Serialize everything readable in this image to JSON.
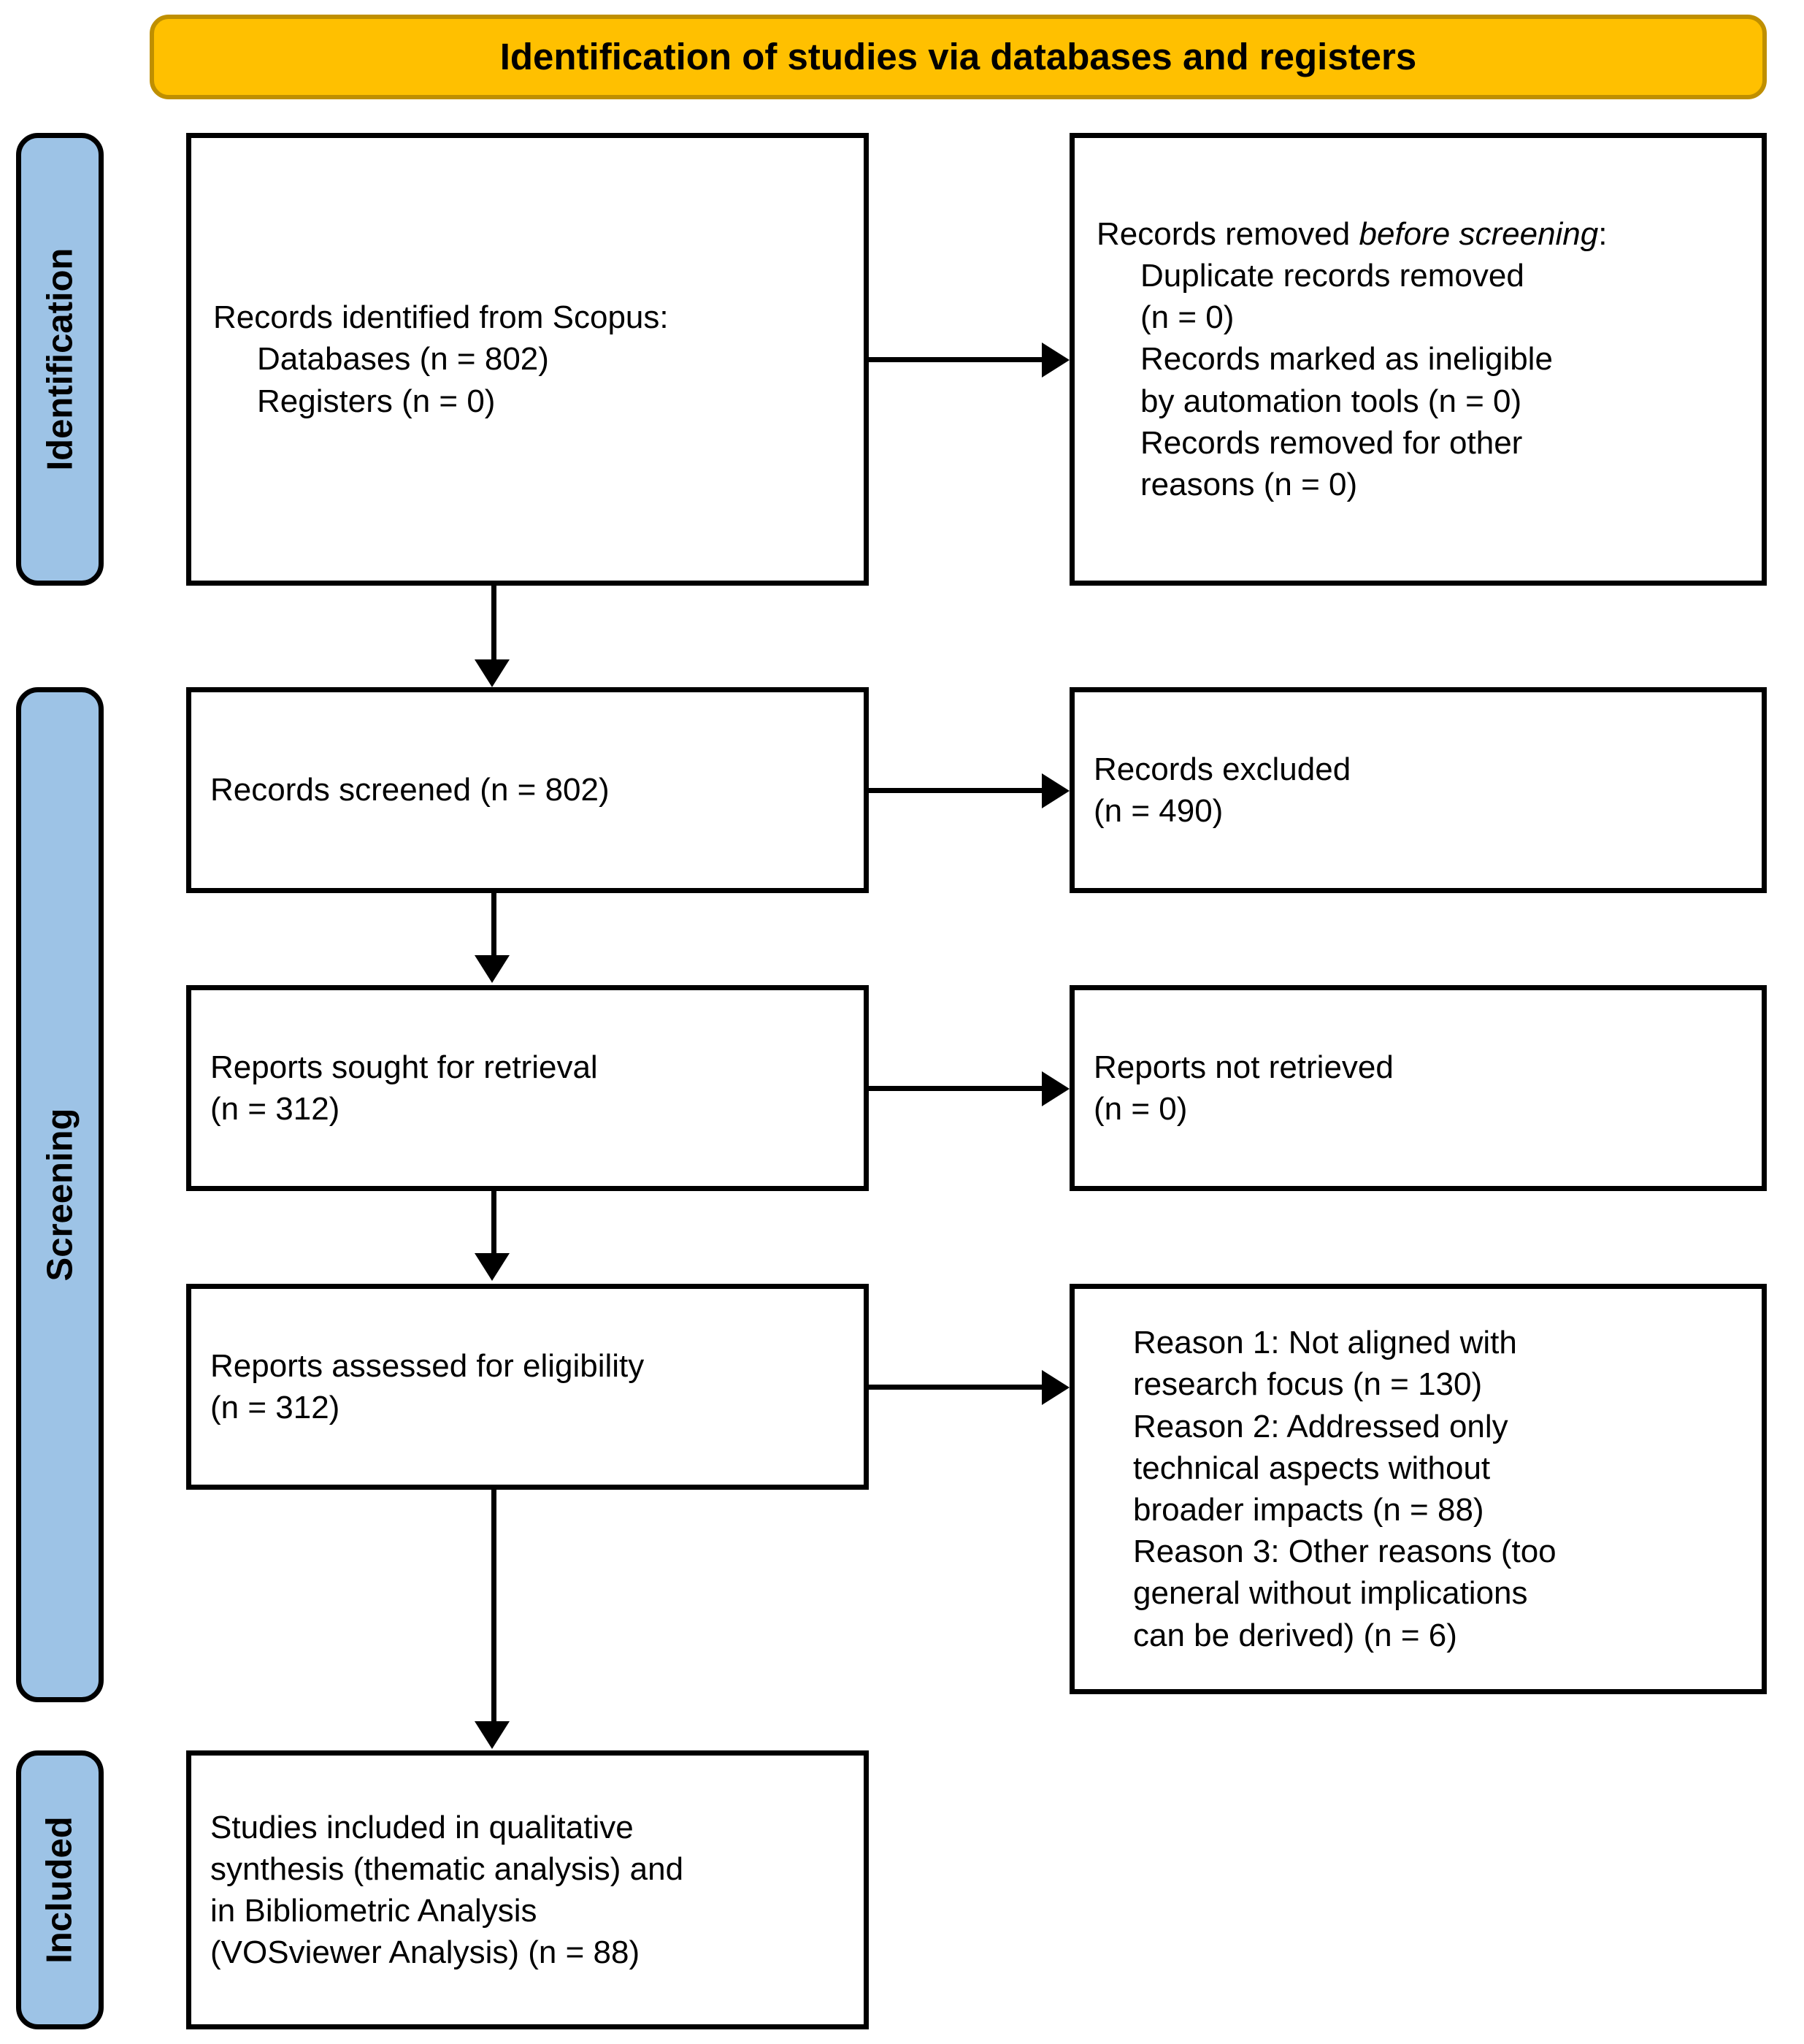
{
  "header": {
    "title": "Identification of studies via databases and registers",
    "fill_color": "#FFC000",
    "border_color": "#BF8F00"
  },
  "stages": {
    "identification": "Identification",
    "screening": "Screening",
    "included": "Included",
    "band_color": "#9DC3E6"
  },
  "boxes": {
    "identified": {
      "line1": "Records identified from Scopus:",
      "line2": "Databases (n = 802)",
      "line3": "Registers (n = 0)"
    },
    "removed": {
      "line1_a": "Records removed ",
      "line1_b": "before screening",
      "line1_c": ":",
      "line2": "Duplicate records removed",
      "line3": "(n = 0)",
      "line4": "Records marked as ineligible",
      "line5": "by automation tools (n = 0)",
      "line6": "Records removed for other",
      "line7": "reasons (n = 0)"
    },
    "screened": {
      "line1": "Records screened (n = 802)"
    },
    "excluded": {
      "line1": "Records excluded",
      "line2": "(n = 490)"
    },
    "sought": {
      "line1": "Reports sought for retrieval",
      "line2": "(n = 312)"
    },
    "not_retrieved": {
      "line1": "Reports not retrieved",
      "line2": "(n = 0)"
    },
    "assessed": {
      "line1": "Reports assessed for eligibility",
      "line2": "(n = 312)"
    },
    "reasons": {
      "line1": "Reason 1: Not aligned with",
      "line2": "research focus (n = 130)",
      "line3": "Reason 2: Addressed only",
      "line4": "technical aspects without",
      "line5": "broader impacts (n = 88)",
      "line6": "Reason 3: Other reasons (too",
      "line7": "general without implications",
      "line8": "can be derived) (n = 6)"
    },
    "included": {
      "line1": "Studies included in qualitative",
      "line2": "synthesis (thematic analysis) and",
      "line3": "in Bibliometric Analysis",
      "line4": "(VOSviewer Analysis) (n = 88)"
    }
  },
  "flow_data": {
    "type": "prisma-flow-diagram",
    "identified_databases": 802,
    "identified_registers": 0,
    "duplicates_removed": 0,
    "ineligible_automation": 0,
    "removed_other": 0,
    "records_screened": 802,
    "records_excluded": 490,
    "reports_sought": 312,
    "reports_not_retrieved": 0,
    "reports_assessed": 312,
    "excluded_reason1": 130,
    "excluded_reason2": 88,
    "excluded_reason3": 6,
    "studies_included": 88
  }
}
